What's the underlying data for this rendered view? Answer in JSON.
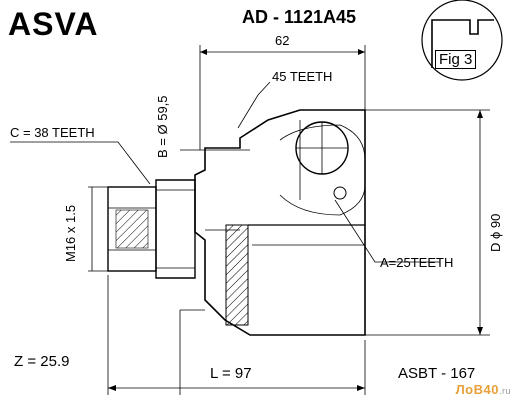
{
  "brand": "ASVA",
  "part_number": "AD - 1121A45",
  "fig_label": "Fig 3",
  "dims": {
    "width_top": "62",
    "teeth_45": "45 TEETH",
    "b": "B = Ø 59,5",
    "c": "C = 38 TEETH",
    "m": "M16 x 1.5",
    "a": "A=25TEETH",
    "d": "D ϕ 90",
    "z": "Z = 25.9",
    "l": "L = 97",
    "code": "ASBT - 167"
  },
  "watermark": {
    "main": "ЛоВ40",
    "suffix": ".ru"
  }
}
